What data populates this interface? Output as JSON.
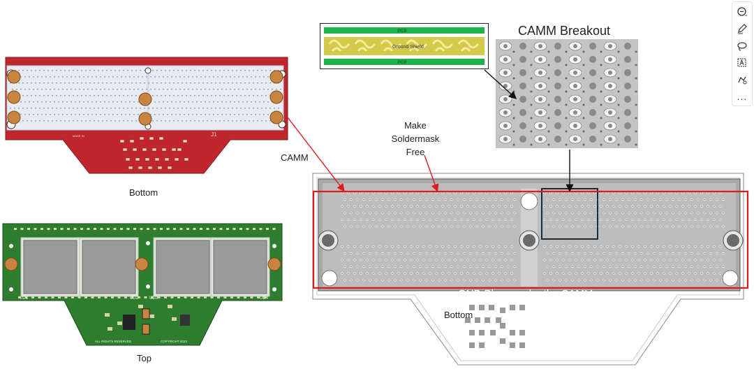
{
  "labels": {
    "camm": "CAMM",
    "bottom_left": "Bottom",
    "top_left": "Top",
    "make_soldermask_free": [
      "Make",
      "Soldermask",
      "Free"
    ],
    "camm_breakout": "CAMM Breakout",
    "gnd_plane": "GND Plane under the CAMM",
    "bottom_right": "Bottom"
  },
  "inset": {
    "pcb_top": "PCB",
    "ground_shield": "Ground Shield",
    "pcb_bottom": "PCB"
  },
  "board_silk": {
    "bottom_j1": "J1",
    "bottom_made_in": "MADE IN",
    "top_ud1": "UD1",
    "top_ud2": "UD2",
    "top_ud3": "UD3",
    "top_ud4": "UD4",
    "top_rights": "ALL RIGHTS RESERVED",
    "top_copyright": "COPYRIGHT 2023"
  },
  "toolbar": {
    "items": [
      {
        "name": "comment-icon"
      },
      {
        "name": "pen-icon"
      },
      {
        "name": "lasso-icon"
      },
      {
        "name": "text-box-icon"
      },
      {
        "name": "ink-to-shape-icon"
      }
    ],
    "more": "..."
  },
  "colors": {
    "red_board": "#c0272d",
    "green_board": "#2e7d2e",
    "callout": "#e01b1b",
    "inset_green": "#1fb24a",
    "inset_gold": "#d4c94a"
  }
}
